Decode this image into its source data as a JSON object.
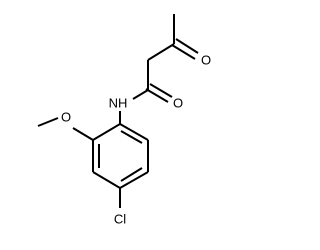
{
  "molecule": {
    "atoms": {
      "oxygen_ketone": "O",
      "oxygen_amide": "O",
      "amide_nh": "NH",
      "oxygen_methoxy": "O",
      "chlorine": "Cl"
    }
  },
  "colors": {
    "bond": "#000000",
    "label": "#000000",
    "background": "#ffffff"
  }
}
